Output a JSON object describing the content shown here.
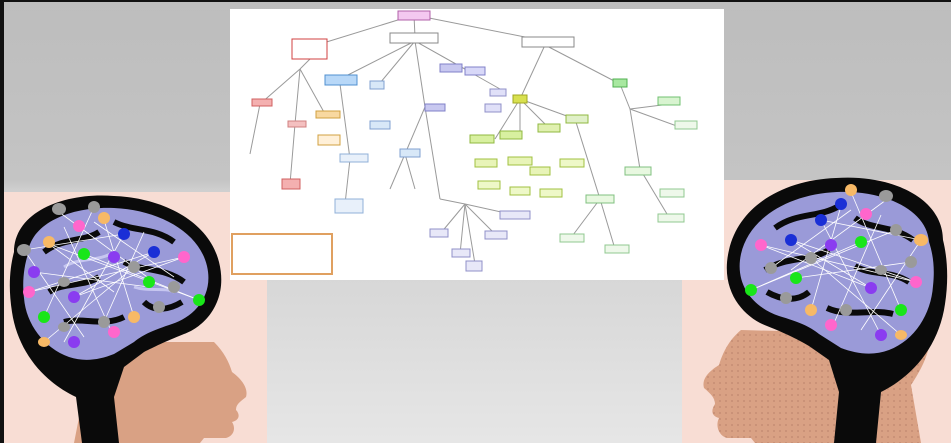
{
  "slide": {
    "background_color": "#c4c4c4",
    "head_skin_color": "#d9a184",
    "brain_color": "#9a9ad8",
    "node_colors": [
      "#9a9a9a",
      "#f7b966",
      "#ff66cc",
      "#8a3cf0",
      "#1a2fd6",
      "#19e619"
    ]
  },
  "left_head": {
    "icon": "thinking-head-icon",
    "facing": "right"
  },
  "right_head": {
    "icon": "thinking-head-icon",
    "facing": "left"
  },
  "concept_map": {
    "icon": "concept-map-diagram"
  }
}
